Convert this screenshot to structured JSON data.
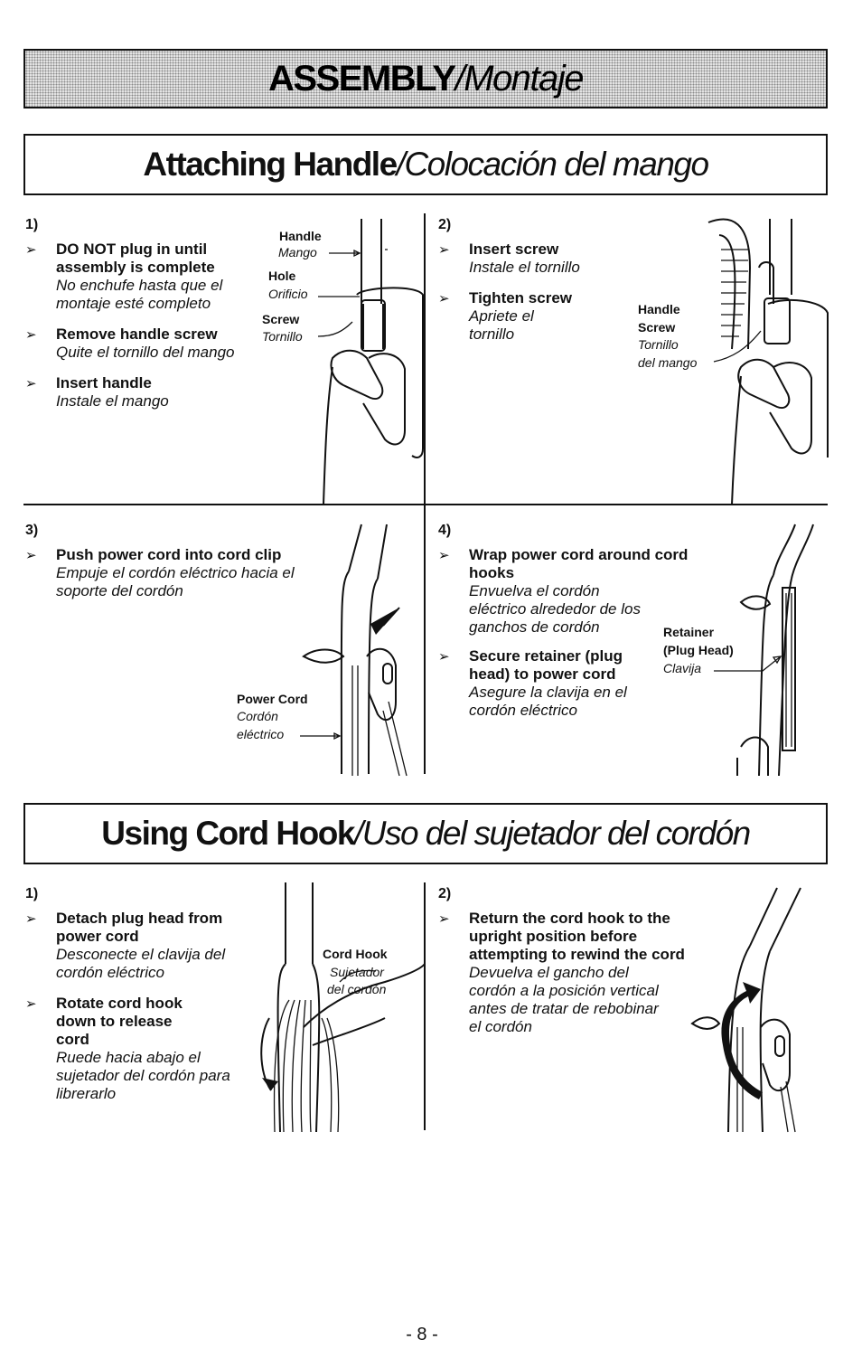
{
  "banner": {
    "title": "ASSEMBLY",
    "sep": " / ",
    "subtitle": "Montaje"
  },
  "attach": {
    "title": "Attaching Handle",
    "sep": " / ",
    "subtitle": "Colocación del mango",
    "p1": {
      "num": "1)",
      "steps": [
        {
          "en": "DO NOT plug in until assembly is complete",
          "es": "No enchufe hasta que el montaje esté completo"
        },
        {
          "en": "Remove handle screw",
          "es": "Quite el tornillo del mango"
        },
        {
          "en": "Insert handle",
          "es": "Instale el mango"
        }
      ],
      "labels": {
        "handle_en": "Handle",
        "handle_es": "Mango",
        "hole_en": "Hole",
        "hole_es": "Orificio",
        "screw_en": "Screw",
        "screw_es": "Tornillo"
      }
    },
    "p2": {
      "num": "2)",
      "steps": [
        {
          "en": "Insert screw",
          "es": "Instale el tornillo"
        },
        {
          "en": "Tighten screw",
          "es": "Apriete el tornillo"
        }
      ],
      "labels": {
        "l1": "Handle",
        "l2": "Screw",
        "l3": "Tornillo",
        "l4": "del mango"
      }
    },
    "p3": {
      "num": "3)",
      "steps": [
        {
          "en": "Push power cord into  cord clip",
          "es": "Empuje el cordón eléctrico hacia el soporte del cordón"
        }
      ],
      "labels": {
        "l1": "Power Cord",
        "l2": "Cordón",
        "l3": "eléctrico"
      }
    },
    "p4": {
      "num": "4)",
      "steps": [
        {
          "en": "Wrap power cord around cord hooks",
          "es": "Envuelva el cordón eléctrico alrededor de los ganchos de cordón"
        },
        {
          "en": "Secure retainer (plug head) to power cord",
          "es": "Asegure la clavija en el cordón eléctrico"
        }
      ],
      "labels": {
        "l1": "Retainer",
        "l2": "(Plug Head)",
        "l3": "Clavija"
      }
    }
  },
  "hook": {
    "title": "Using Cord Hook",
    "sep": " / ",
    "subtitle": "Uso del sujetador del cordón",
    "p1": {
      "num": "1)",
      "steps": [
        {
          "en": "Detach plug head from power cord",
          "es": "Desconecte el clavija del cordón eléctrico"
        },
        {
          "en": "Rotate cord hook down to release cord",
          "es": "Ruede hacia abajo el sujetador del cordón para librerarlo"
        }
      ],
      "labels": {
        "l1": "Cord Hook",
        "l2": "Sujetador",
        "l3": "del cordón"
      }
    },
    "p2": {
      "num": "2)",
      "steps": [
        {
          "en": "Return the cord hook to the upright position before attempting to rewind the cord",
          "es": "Devuelva el gancho del cordón a la posición vertical antes de tratar de rebobinar el cordón"
        }
      ]
    }
  },
  "page_number": "- 8 -",
  "arrow_glyph": "➢",
  "icons": [
    "step-arrow-icon",
    "handle-illustration",
    "cord-clip-illustration",
    "cord-hook-illustration"
  ]
}
